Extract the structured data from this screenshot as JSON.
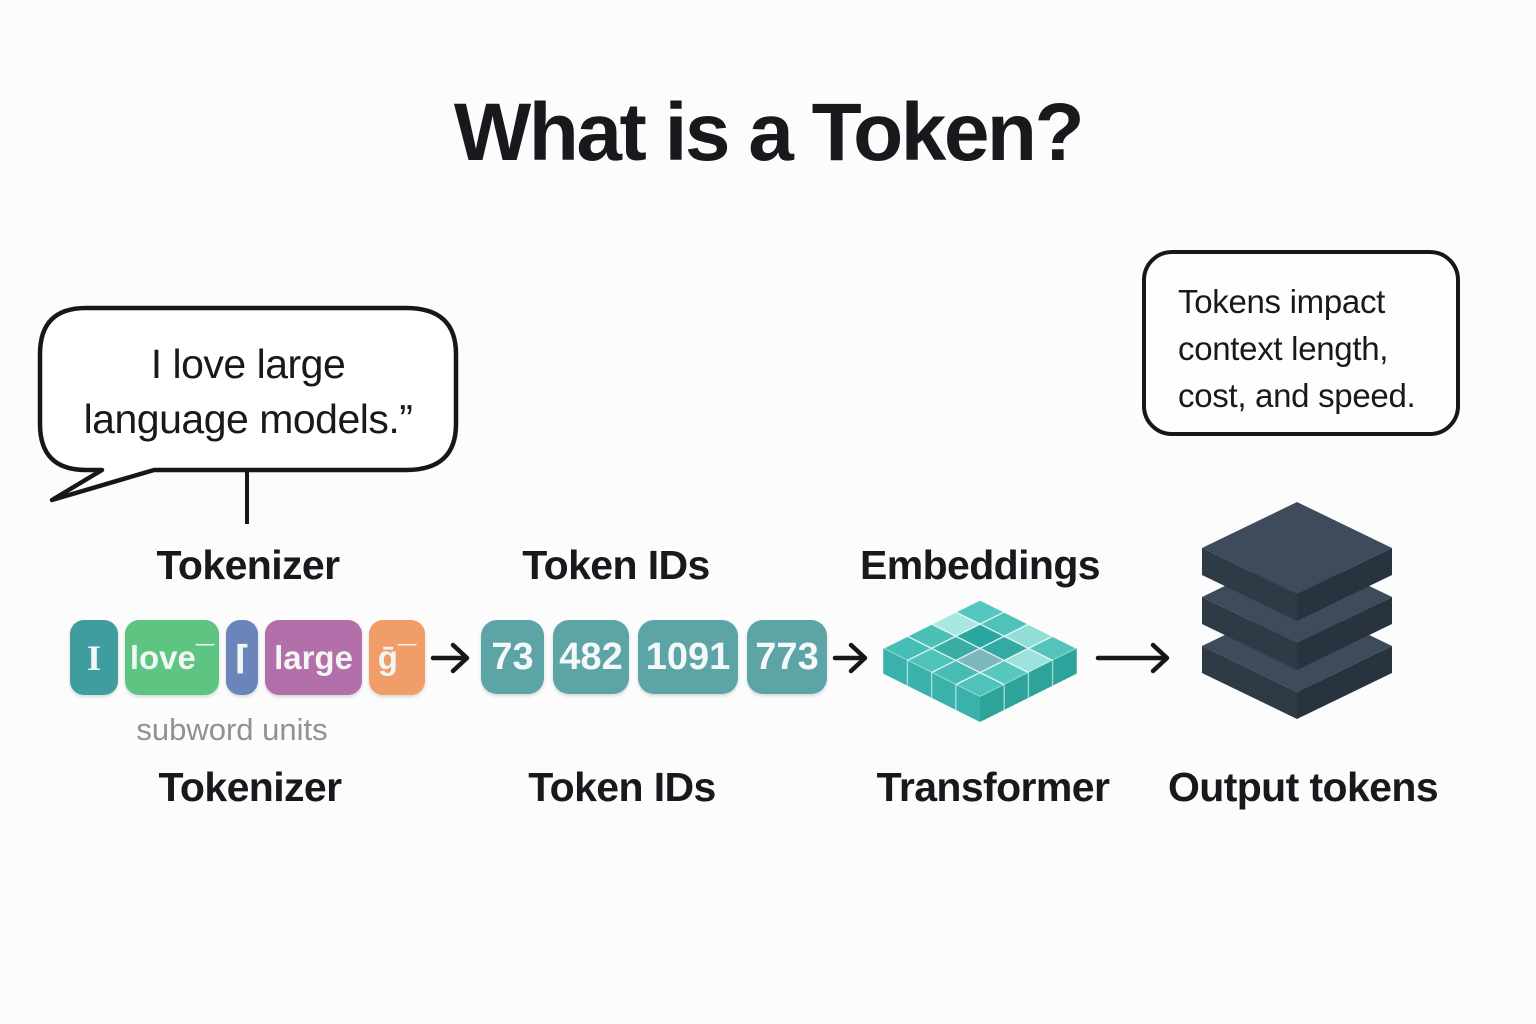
{
  "title": "What is a Token?",
  "speech_bubble": {
    "line1": "I love large",
    "line2": "language models.”"
  },
  "callout": {
    "line1": "Tokens impact",
    "line2": "context length,",
    "line3": "cost, and speed."
  },
  "stages": {
    "tokenizer": {
      "top_label": "Tokenizer",
      "bottom_label": "Tokenizer",
      "caption": "subword units",
      "tokens": [
        {
          "label": "I",
          "color": "#3f9da0"
        },
        {
          "label": "love¯",
          "color": "#5dc482"
        },
        {
          "label": "⌈",
          "color": "#6b84ba"
        },
        {
          "label": "large",
          "color": "#b26fa9"
        },
        {
          "label": "ḡ¯",
          "color": "#f09d68"
        }
      ]
    },
    "token_ids": {
      "top_label": "Token IDs",
      "bottom_label": "Token IDs",
      "chip_color": "#5ca4a6",
      "ids": [
        "73",
        "482",
        "1091",
        "773"
      ]
    },
    "embeddings": {
      "top_label": "Embeddings",
      "bottom_label": "Transformer",
      "palette": {
        "tile_medium": "#4fc2b9",
        "tile_light": "#90ded7",
        "tile_extra_light": "#a9e7e1",
        "tile_dark": "#2aa79f",
        "tile_gray": "#7db6bd",
        "face_left": "#38b2aa",
        "face_right": "#2ca49c"
      }
    },
    "output": {
      "bottom_label": "Output tokens",
      "palette": {
        "top": "#3e4b5b",
        "left": "#2e3a46",
        "right": "#29333f"
      }
    }
  },
  "arrow_color": "#15171b",
  "background": "#fcfcfc",
  "text_color": "#17191d"
}
